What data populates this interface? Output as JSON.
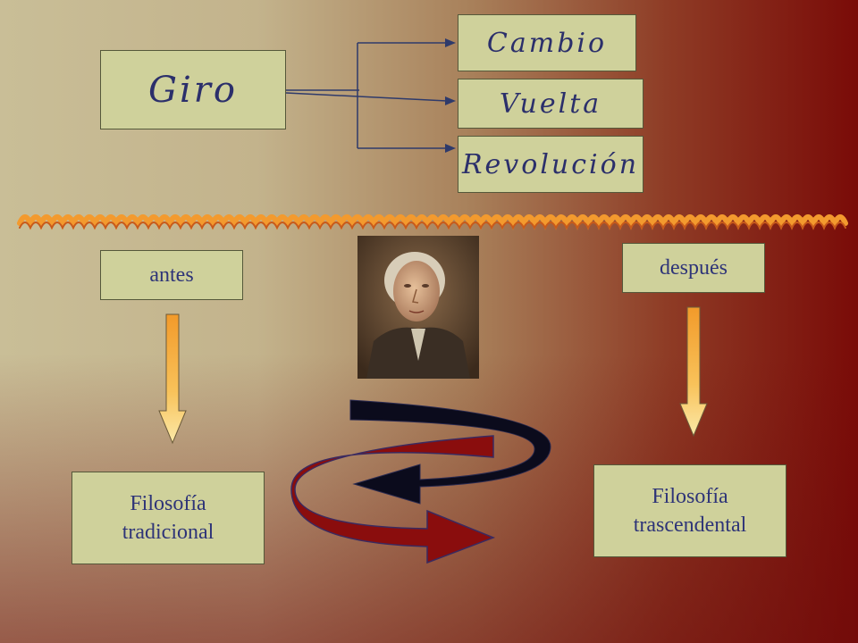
{
  "top": {
    "main": "Giro",
    "branches": [
      "Cambio",
      "Vuelta",
      "Revolución"
    ]
  },
  "bottom": {
    "before_label": "antes",
    "after_label": "después",
    "before_result_line1": "Filosofía",
    "before_result_line2": "tradicional",
    "after_result_line1": "Filosofía",
    "after_result_line2": "trascendental"
  },
  "colors": {
    "box_fill": "#cfd19b",
    "text": "#2b2f6b",
    "arrow_down": "#f6b13f",
    "divider": "#f39a2e",
    "rot_front": "#8a0d0d",
    "rot_back": "#0b0b1c"
  },
  "icons": {
    "portrait": "kant-portrait",
    "rotation": "circular-arrows-icon"
  }
}
